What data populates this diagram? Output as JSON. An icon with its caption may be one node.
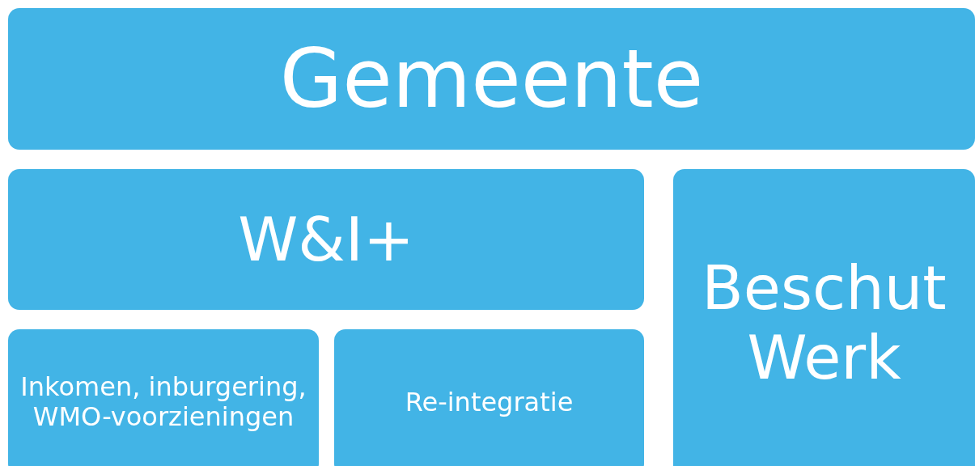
{
  "diagram": {
    "nodes": [
      {
        "text": [
          "Gemeente"
        ]
      },
      {
        "text": [
          "W&I+"
        ]
      },
      {
        "text": [
          "Beschut Werk"
        ]
      },
      {
        "text": [
          "Inkomen, inburgering, WMO-voorzieningen"
        ]
      },
      {
        "text": [
          "Re-integratie"
        ]
      }
    ],
    "edges": []
  }
}
